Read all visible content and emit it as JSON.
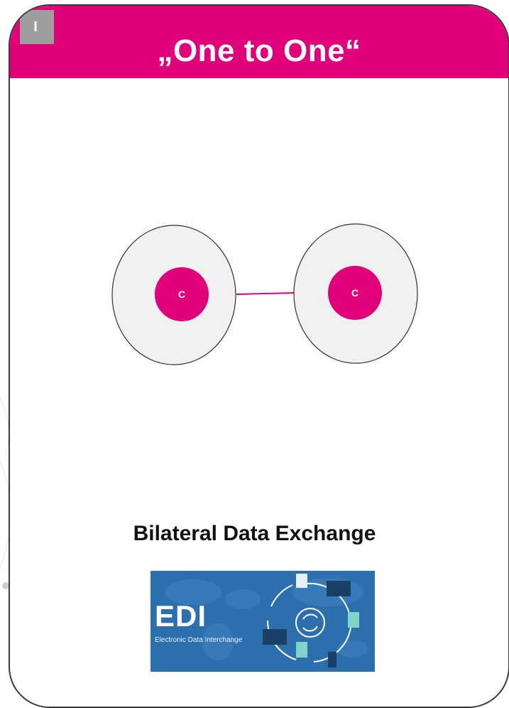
{
  "header": {
    "title": "„One to One“",
    "corner_label": "I",
    "color": "#e2007a"
  },
  "diagram": {
    "nodes": [
      {
        "label": "C"
      },
      {
        "label": "C"
      }
    ],
    "node_color": "#e2007a",
    "outer_circle_color": "#f1f1f1"
  },
  "subtitle": "Bilateral Data Exchange",
  "edi_image": {
    "title": "EDI",
    "subtitle": "Electronic Data Interchange",
    "background_color": "#2c6fae"
  }
}
